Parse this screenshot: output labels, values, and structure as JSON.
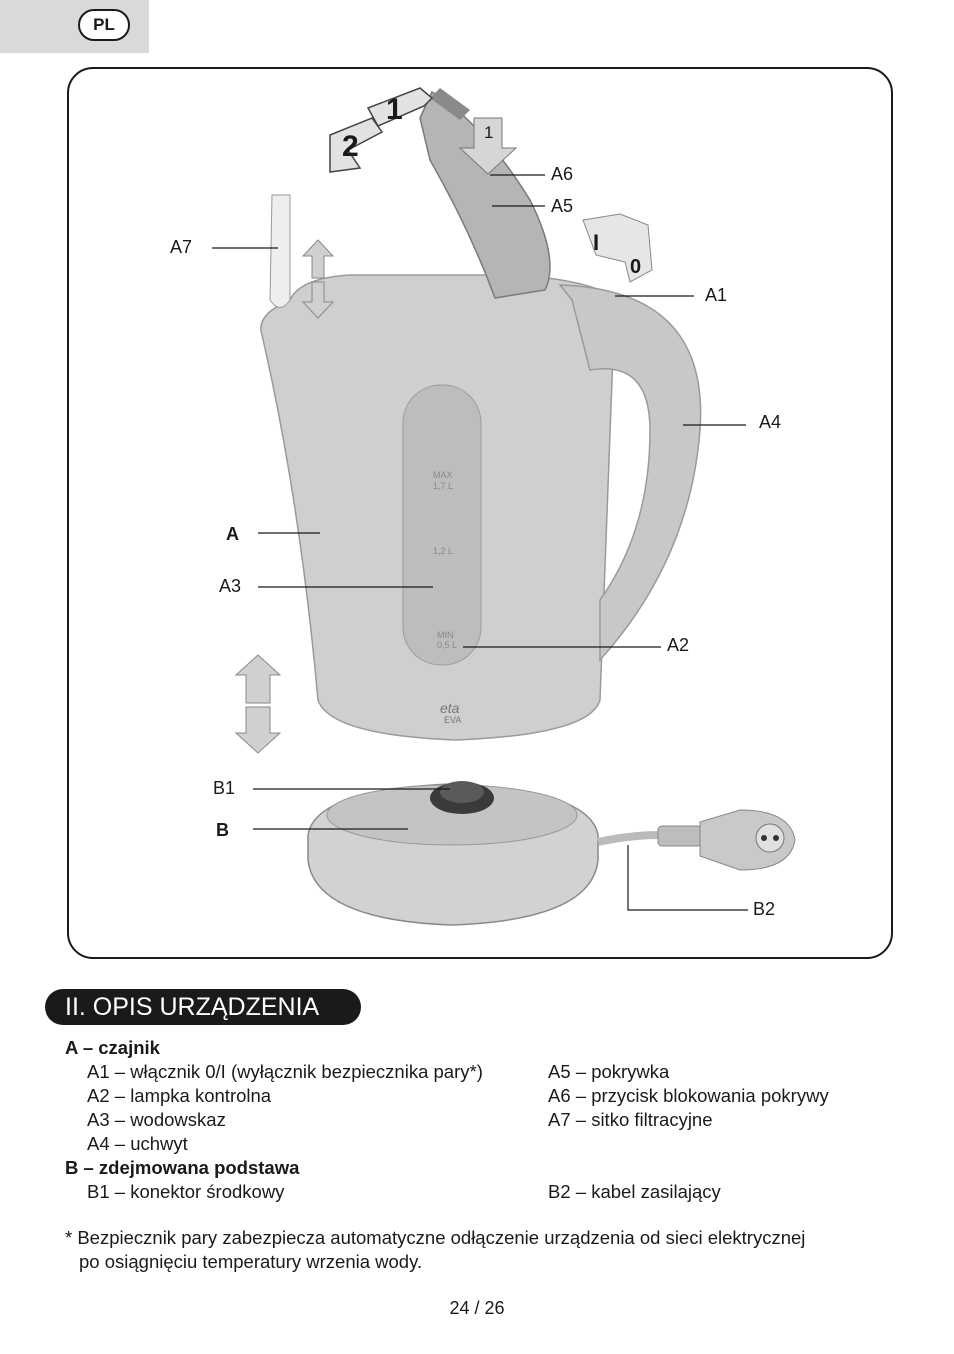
{
  "header": {
    "language_badge": "PL"
  },
  "figure": {
    "callouts": {
      "A": "A",
      "A1": "A1",
      "A2": "A2",
      "A3": "A3",
      "A4": "A4",
      "A5": "A5",
      "A6": "A6",
      "A7": "A7",
      "B": "B",
      "B1": "B1",
      "B2": "B2"
    },
    "step_arrows": {
      "first": "1",
      "second": "2"
    },
    "press_arrow": "1",
    "switch_marks": {
      "on": "I",
      "off": "0"
    },
    "gauge": {
      "max": "MAX",
      "max_volume": "1,7 L",
      "mid_volume": "1,2 L",
      "min": "MIN",
      "min_volume": "0,5 L"
    },
    "brand": {
      "logo": "eta",
      "model": "EVA"
    }
  },
  "section": {
    "title": "II. OPIS URZĄDZENIA"
  },
  "description": {
    "group_a": {
      "heading": "A – czajnik",
      "items_left": [
        "A1 – włącznik 0/I (wyłącznik bezpiecznika pary*)",
        "A2 – lampka kontrolna",
        "A3 – wodowskaz",
        "A4 – uchwyt"
      ],
      "items_right": [
        "A5 – pokrywka",
        "A6 – przycisk blokowania pokrywy",
        "A7 – sitko filtracyjne"
      ]
    },
    "group_b": {
      "heading": "B – zdejmowana podstawa",
      "item_left": "B1 – konektor środkowy",
      "item_right": "B2 – kabel zasilający"
    },
    "footnote_line1": "* Bezpiecznik pary zabezpiecza automatyczne odłączenie urządzenia od sieci elektrycznej",
    "footnote_line2": "po osiągnięciu temperatury wrzenia wody."
  },
  "footer": {
    "page_number": "24 / 26"
  },
  "colors": {
    "dark": "#1a1a1a",
    "kettle_body": "#cfcfcf",
    "kettle_shade": "#9a9a9a",
    "arrow_fill": "#d0d0d0"
  }
}
